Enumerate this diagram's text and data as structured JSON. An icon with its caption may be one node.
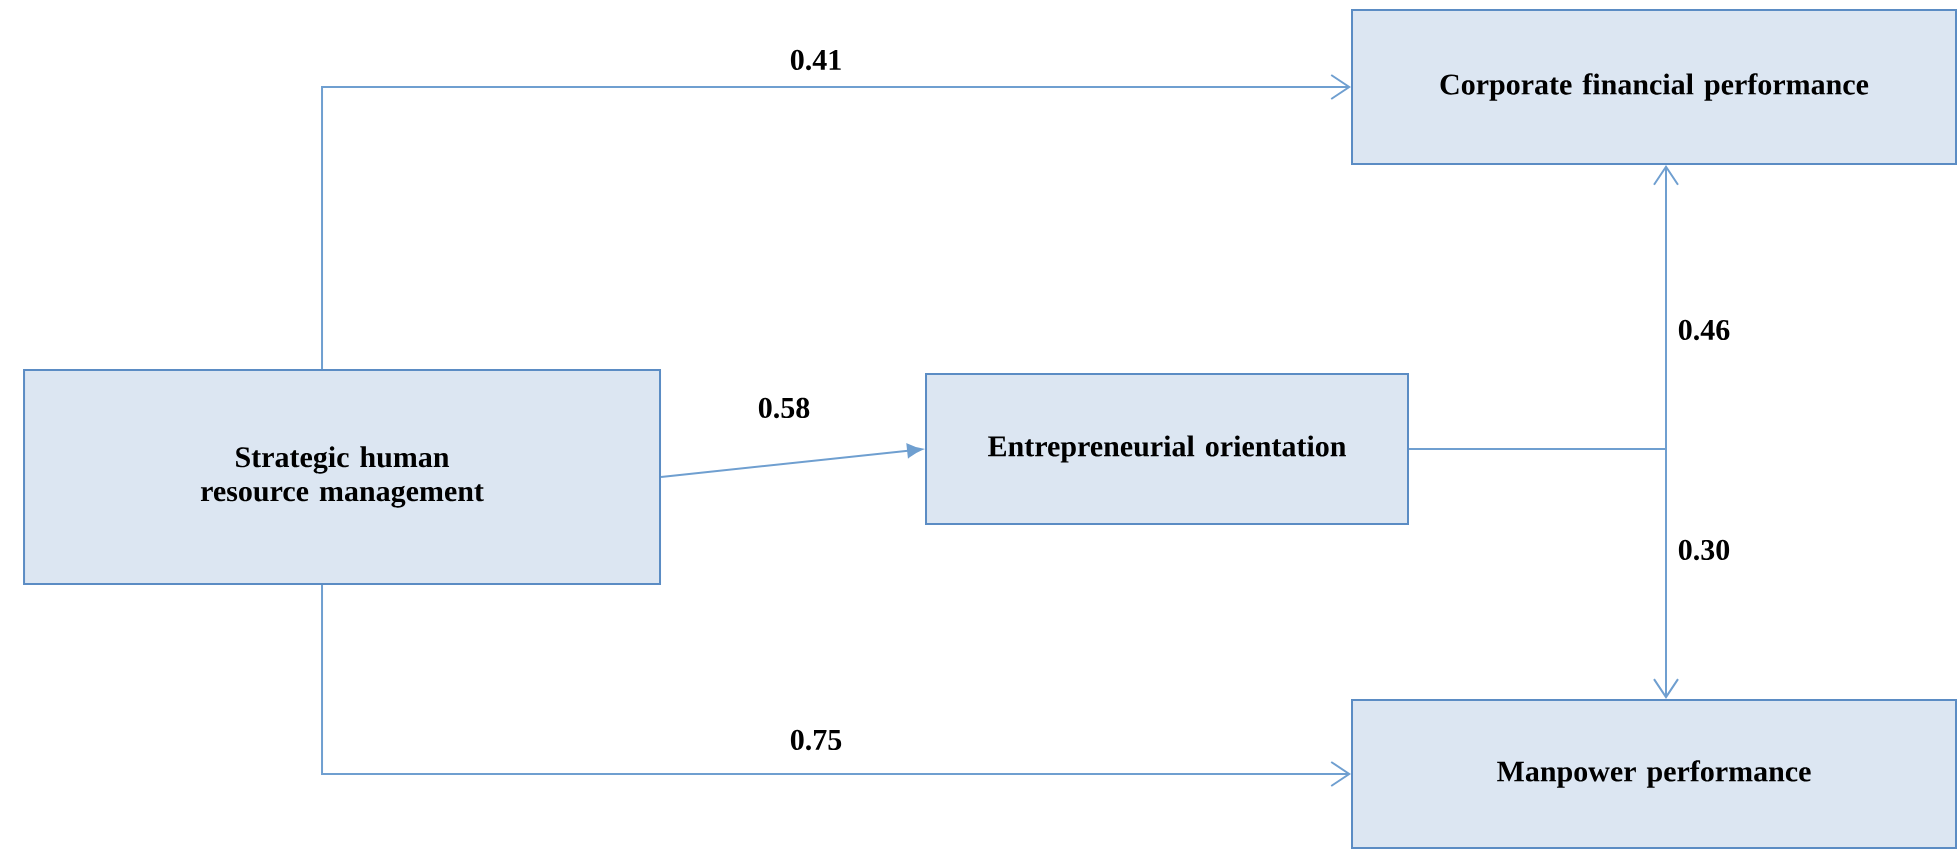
{
  "diagram": {
    "nodes": [
      {
        "text": [
          "Strategic human resource management"
        ]
      },
      {
        "text": [
          "Entrepreneurial orientation"
        ]
      },
      {
        "text": [
          "Corporate financial performance"
        ]
      },
      {
        "text": [
          "Manpower performance"
        ]
      }
    ],
    "edges": [
      {
        "from": 0,
        "to": 2,
        "arrow": "to",
        "label": "0.41"
      },
      {
        "from": 0,
        "to": 1,
        "arrow": "to",
        "label": "0.58"
      },
      {
        "from": 0,
        "to": 3,
        "arrow": "to",
        "label": "0.75"
      },
      {
        "from": 1,
        "to": 2,
        "arrow": "to",
        "label": "0.46"
      },
      {
        "from": 1,
        "to": 3,
        "arrow": "to",
        "label": "0.30"
      }
    ]
  }
}
